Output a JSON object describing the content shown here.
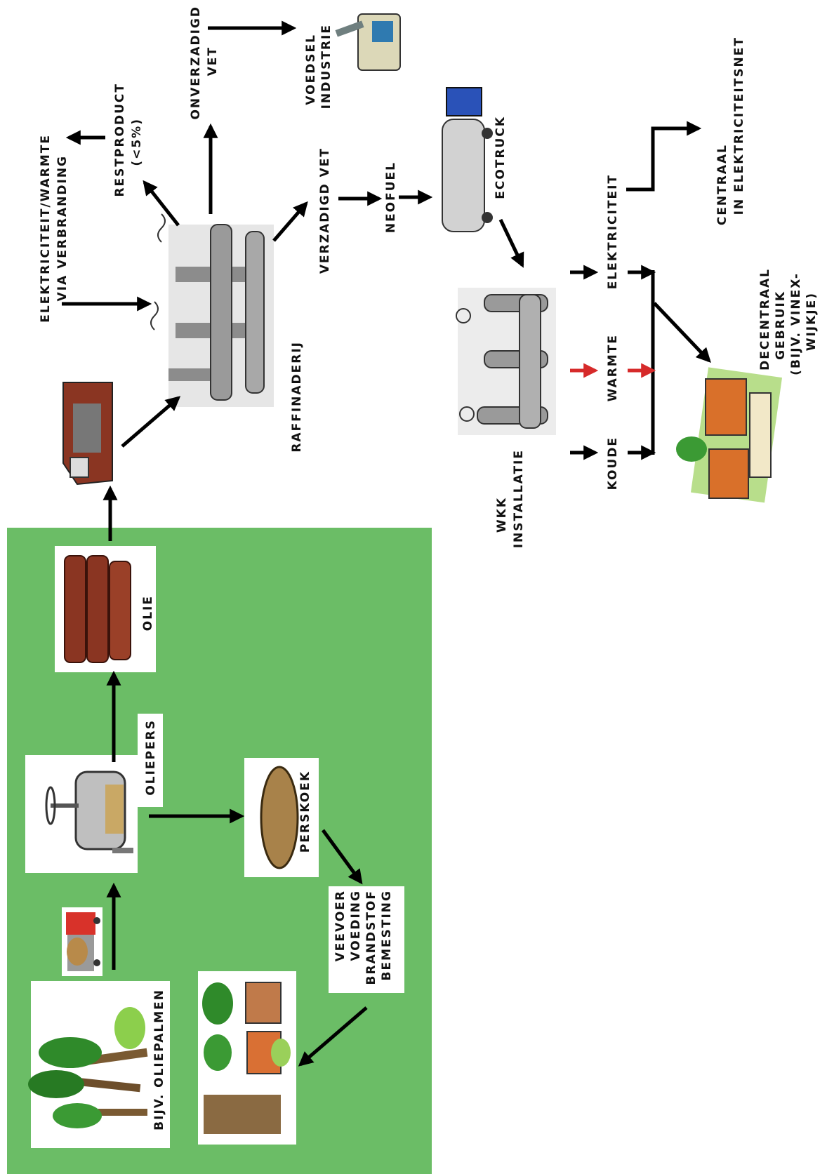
{
  "labels": {
    "oliepalmen": "BIJV. OLIEPALMEN",
    "oliepers": "OLIEPERS",
    "olie": "OLIE",
    "perskoek": "PERSKOEK",
    "veevoer": "VEEVOER",
    "voeding": "VOEDING",
    "brandstof": "BRANDSTOF",
    "bemesting": "BEMESTING",
    "raffinaderij": "RAFFINADERIJ",
    "elektriciteit_warmte": "ELEKTRICITEIT/WARMTE",
    "via_verbranding": "VIA VERBRANDING",
    "restproduct": "RESTPRODUCT",
    "restproduct_pct": "(<5%)",
    "onverzadigd": "ONVERZADIGD",
    "onverzadigd_vet": "VET",
    "voedsel": "VOEDSEL",
    "industrie": "INDUSTRIE",
    "verzadigd_vet": "VERZADIGD VET",
    "neofuel": "NEOFUEL",
    "ecotruck": "ECOTRUCK",
    "wkk": "WKK",
    "installatie": "INSTALLATIE",
    "koude": "KOUDE",
    "warmte": "WARMTE",
    "elektriciteit": "ELEKTRICITEIT",
    "centraal": "CENTRAAL",
    "in_elektriciteitsnet": "IN ELEKTRICITEITSNET",
    "decentraal": "DECENTRAAL",
    "gebruik": "GEBRUIK",
    "bijv_vinex": "(BIJV. VINEX-",
    "wijkje": "WIJKJE)"
  },
  "colors": {
    "panel_green": "#6bbd66",
    "arrow_black": "#000000",
    "arrow_red": "#d62a2a",
    "barrel_brown": "#8a3522",
    "truck_red": "#d8322a",
    "tanker_blue": "#2a52b8",
    "roof_orange": "#d9702a"
  },
  "icons": {
    "palms": "palm-trees-icon",
    "truck": "dump-truck-icon",
    "press": "oil-press-icon",
    "barrels": "oil-barrels-icon",
    "presscake": "press-cake-icon",
    "village": "village-icon",
    "ship": "cargo-ship-icon",
    "refinery": "refinery-icon",
    "food": "food-industry-icon",
    "tanker": "tanker-truck-icon",
    "chp": "chp-plant-icon",
    "houses": "houses-icon"
  }
}
